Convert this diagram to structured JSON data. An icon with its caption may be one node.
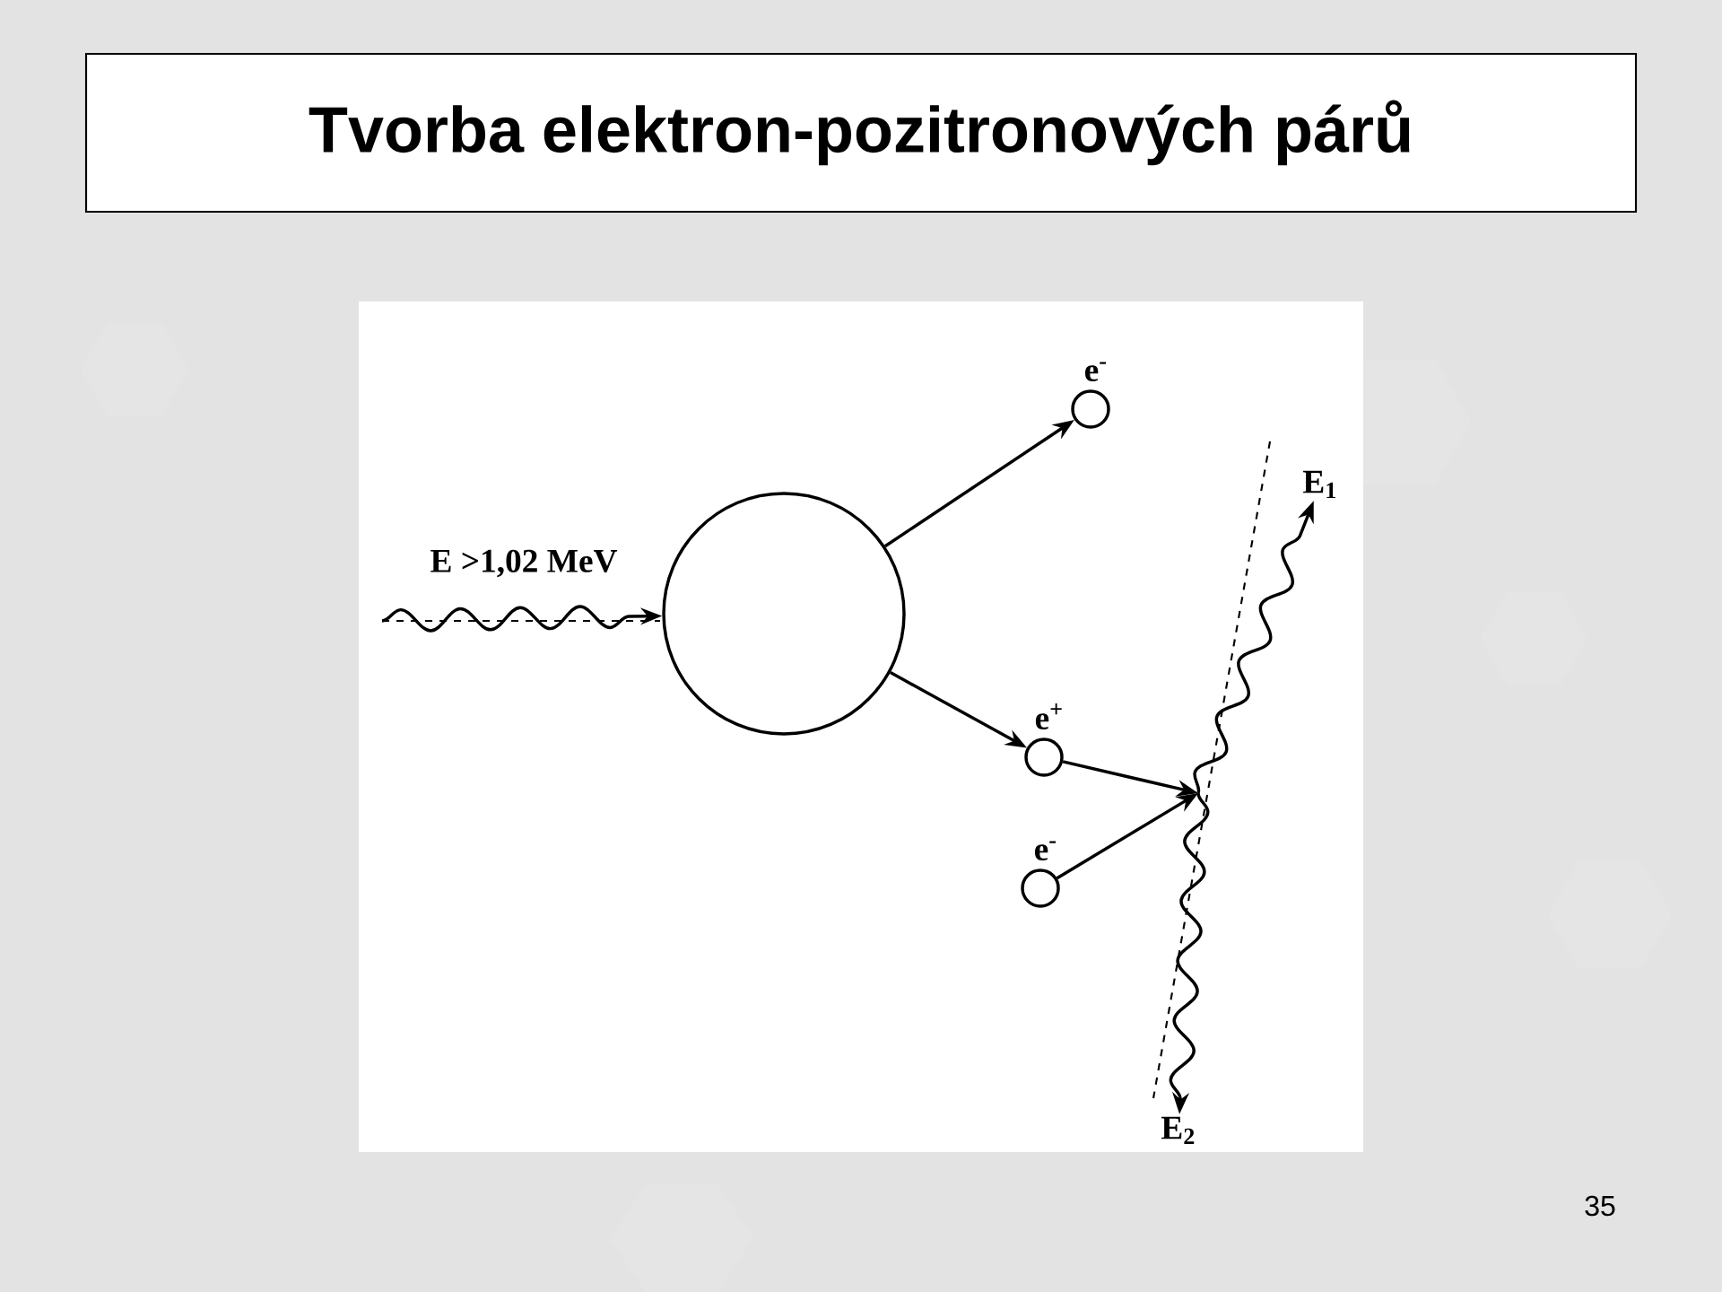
{
  "diagram": {
    "title": "Tvorba elektron-pozitronových párů",
    "nodes": [
      {
        "text": [],
        "shape": "circle"
      },
      {
        "text": [
          "e$^{-}$"
        ]
      },
      {
        "text": [
          "e$^{+}$"
        ]
      },
      {
        "text": [
          "e$^{-}$"
        ]
      },
      {
        "text": [
          "E$_{1}$"
        ]
      },
      {
        "text": [
          "E$_{2}$"
        ]
      }
    ],
    "edges": [
      {
        "from": null,
        "to": 0,
        "arrow": "to",
        "label": "E >1,02 MeV"
      },
      {
        "from": 0,
        "to": 1,
        "arrow": "to"
      },
      {
        "from": 0,
        "to": 2,
        "arrow": "to"
      },
      {
        "from": 2,
        "to": null,
        "arrow": "to"
      },
      {
        "from": 3,
        "to": null,
        "arrow": "to"
      },
      {
        "from": null,
        "to": 4,
        "arrow": "to"
      },
      {
        "from": null,
        "to": 5,
        "arrow": "to"
      }
    ],
    "labels": [
      "35"
    ]
  }
}
